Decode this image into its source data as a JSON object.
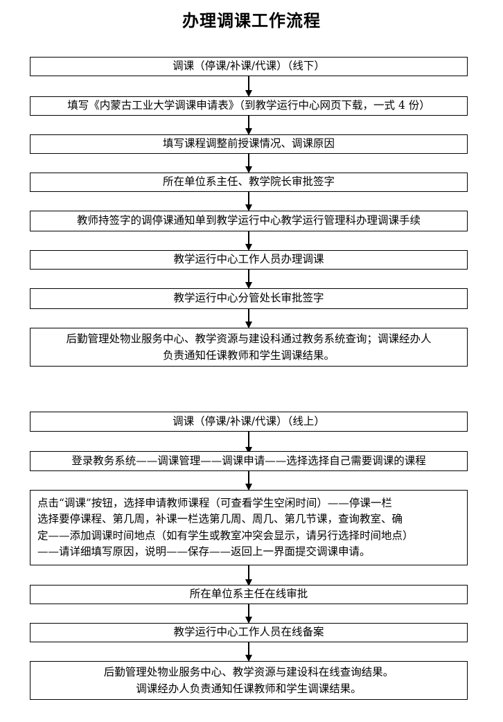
{
  "title": "办理调课工作流程",
  "offline": {
    "steps": [
      "调课（停课/补课/代课）（线下）",
      "填写《内蒙古工业大学调课申请表》（到教学运行中心网页下载，一式 4 份）",
      "填写课程调整前授课情况、调课原因",
      "所在单位系主任、教学院长审批签字",
      "教师持签字的调停课通知单到教学运行中心教学运行管理科办理调课手续",
      "教学运行中心工作人员办理调课",
      "教学运行中心分管处长审批签字"
    ],
    "final_lines": [
      "后勤管理处物业服务中心、教学资源与建设科通过教务系统查询；调课经办人",
      "负责通知任课教师和学生调课结果。"
    ]
  },
  "online": {
    "step1": "调课（停课/补课/代课）（线上）",
    "step2": "登录教务系统——调课管理——调课申请——选择选择自己需要调课的课程",
    "step3_lines": [
      "点击“调课”按钮，选择申请教师课程（可查看学生空闲时间）——停课一栏",
      "选择要停课程、第几周，补课一栏选第几周、周几、第几节课，查询教室、确",
      "定——添加调课时间地点（如有学生或教室冲突会显示，请另行选择时间地点）",
      "——请详细填写原因，说明——保存——返回上一界面提交调课申请。"
    ],
    "step4": "所在单位系主任在线审批",
    "step5": "教学运行中心工作人员在线备案",
    "final_lines": [
      "后勤管理处物业服务中心、教学资源与建设科在线查询结果。",
      "调课经办人负责通知任课教师和学生调课结果。"
    ]
  }
}
